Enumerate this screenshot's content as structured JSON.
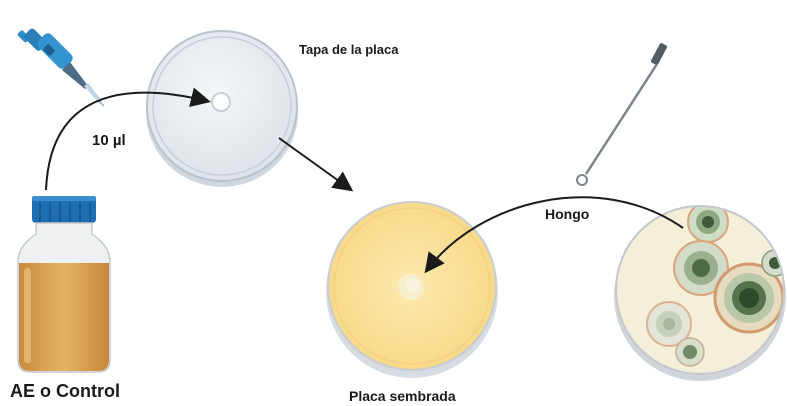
{
  "labels": {
    "lid": "Tapa de la placa",
    "volume": "10 µl",
    "fungus": "Hongo",
    "sample": "AE o Control",
    "seeded_plate": "Placa sembrada"
  },
  "icons": [
    "pipette-icon",
    "petri-lid-icon",
    "sample-bottle-icon",
    "inoculation-loop-icon",
    "seeded-plate-icon",
    "fungal-culture-plate-icon"
  ],
  "colors": {
    "plate_fill": "#fbdf95",
    "bottle_liquid": "#e0ad5a",
    "bottle_cap": "#1f6fb2",
    "pipette": "#2e8fc9",
    "fungus_dark": "#3f5b3a",
    "fungus_ring": "#d9a47c"
  }
}
